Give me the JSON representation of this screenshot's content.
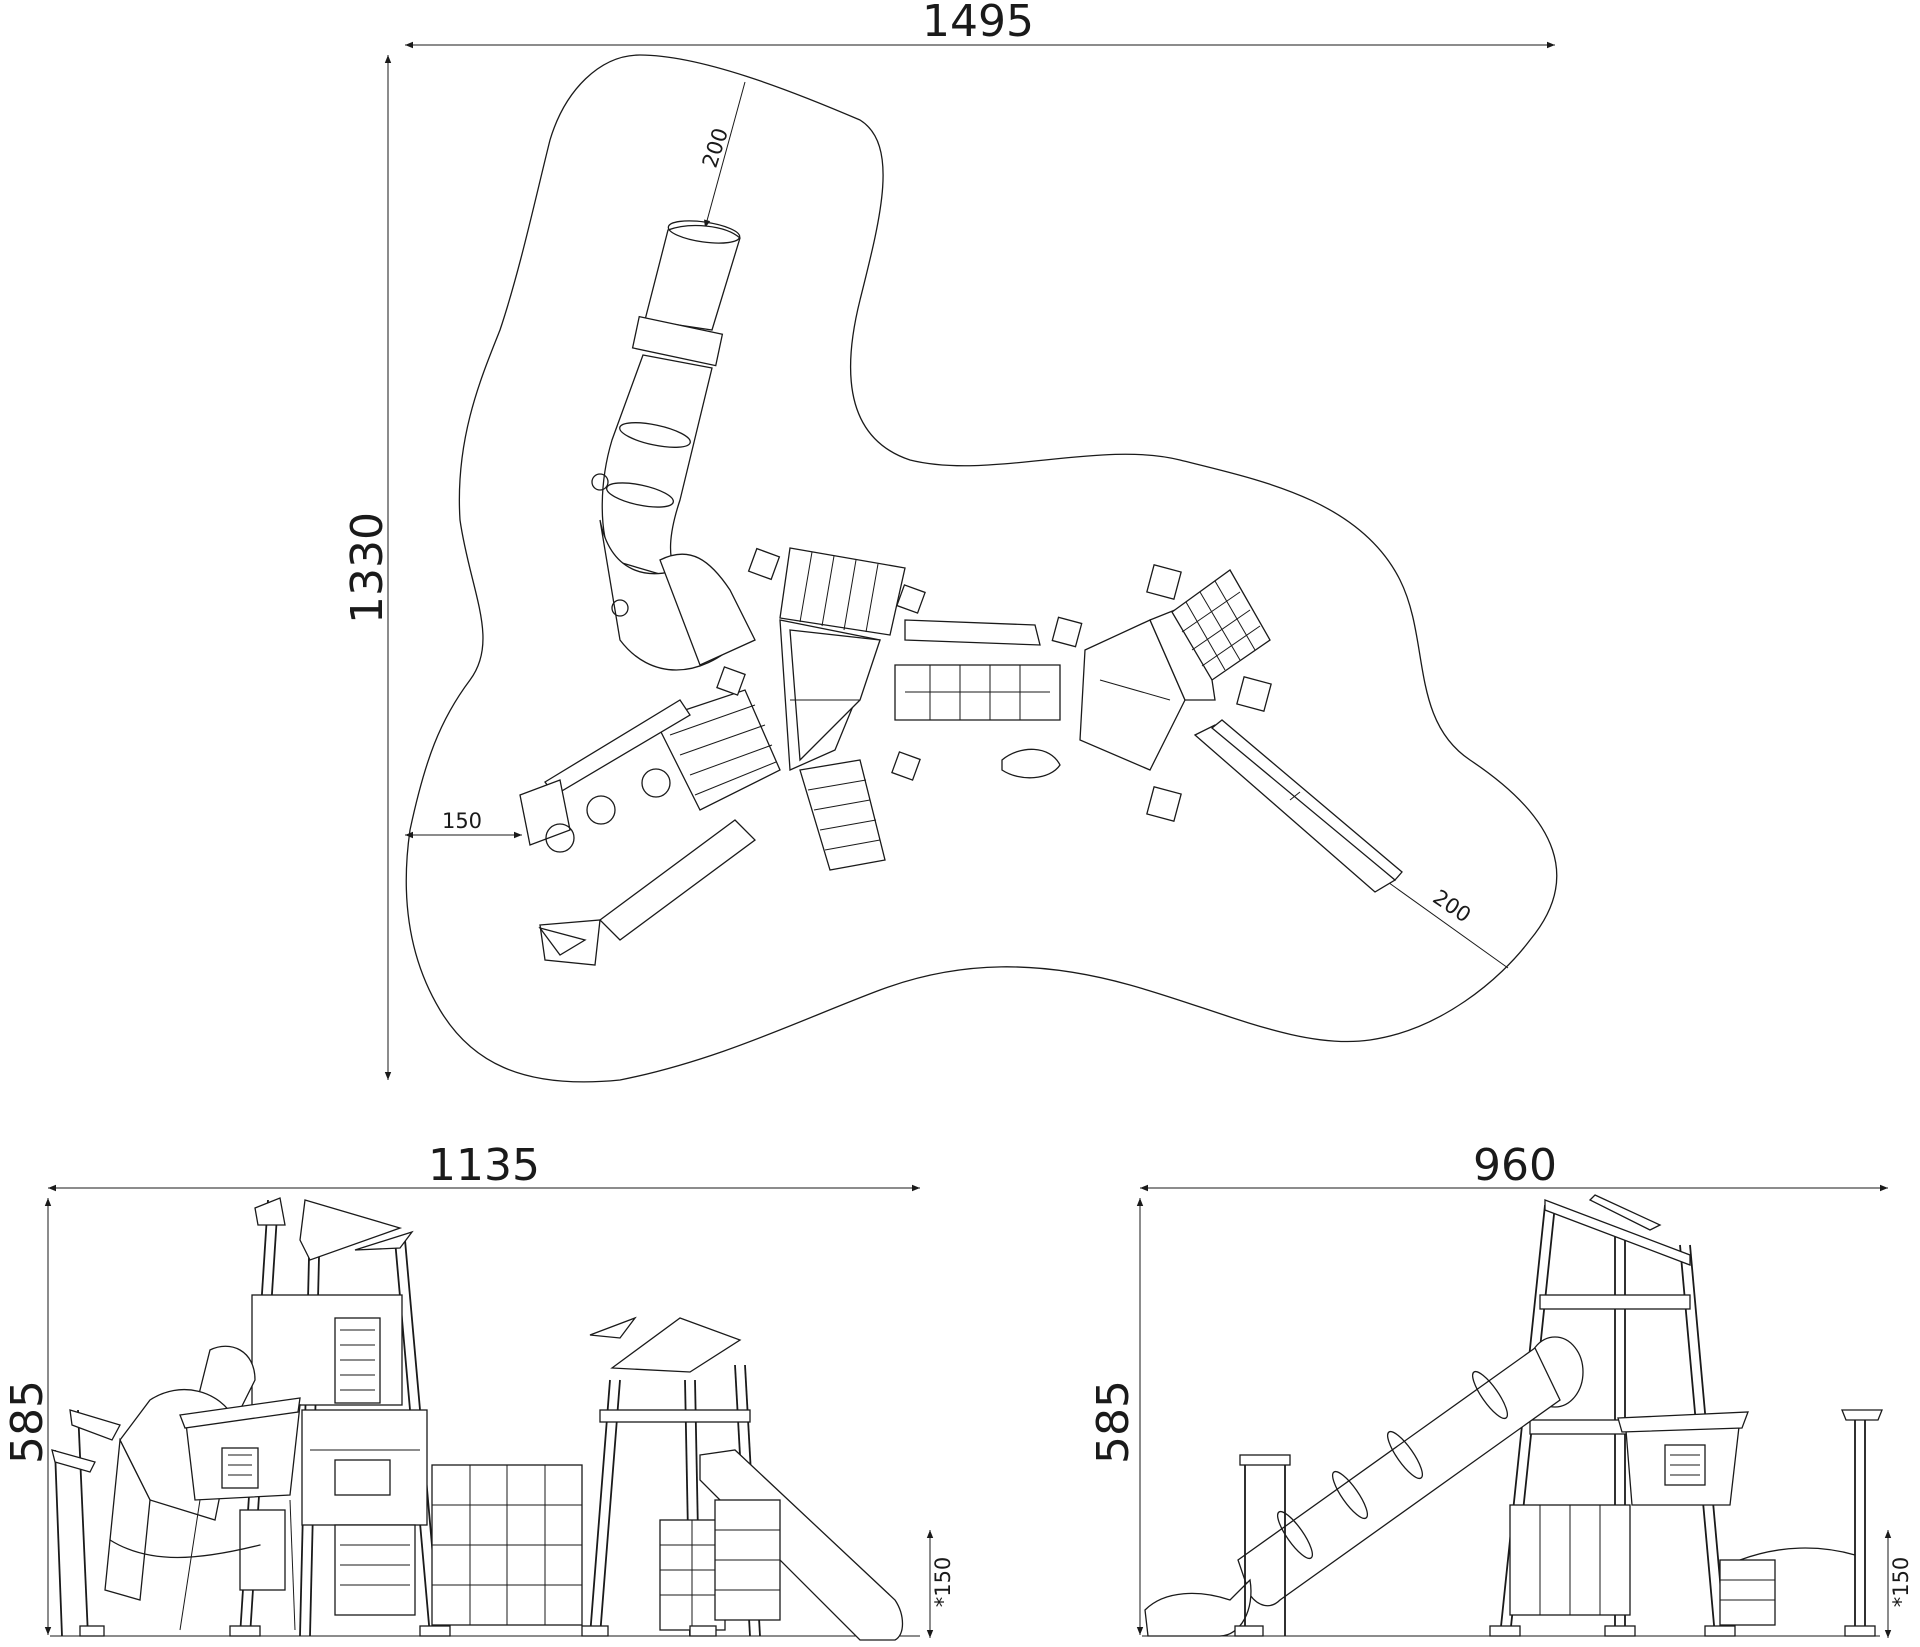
{
  "plan_view": {
    "width_label": "1495",
    "depth_label": "1330",
    "clearance_top": "200",
    "clearance_left": "150",
    "clearance_right": "200"
  },
  "front_view": {
    "width_label": "1135",
    "height_label": "585",
    "fall_height_label": "*150"
  },
  "side_view": {
    "width_label": "960",
    "height_label": "585",
    "fall_height_label": "*150"
  },
  "colors": {
    "line": "#1a1a1a",
    "background": "#ffffff"
  }
}
